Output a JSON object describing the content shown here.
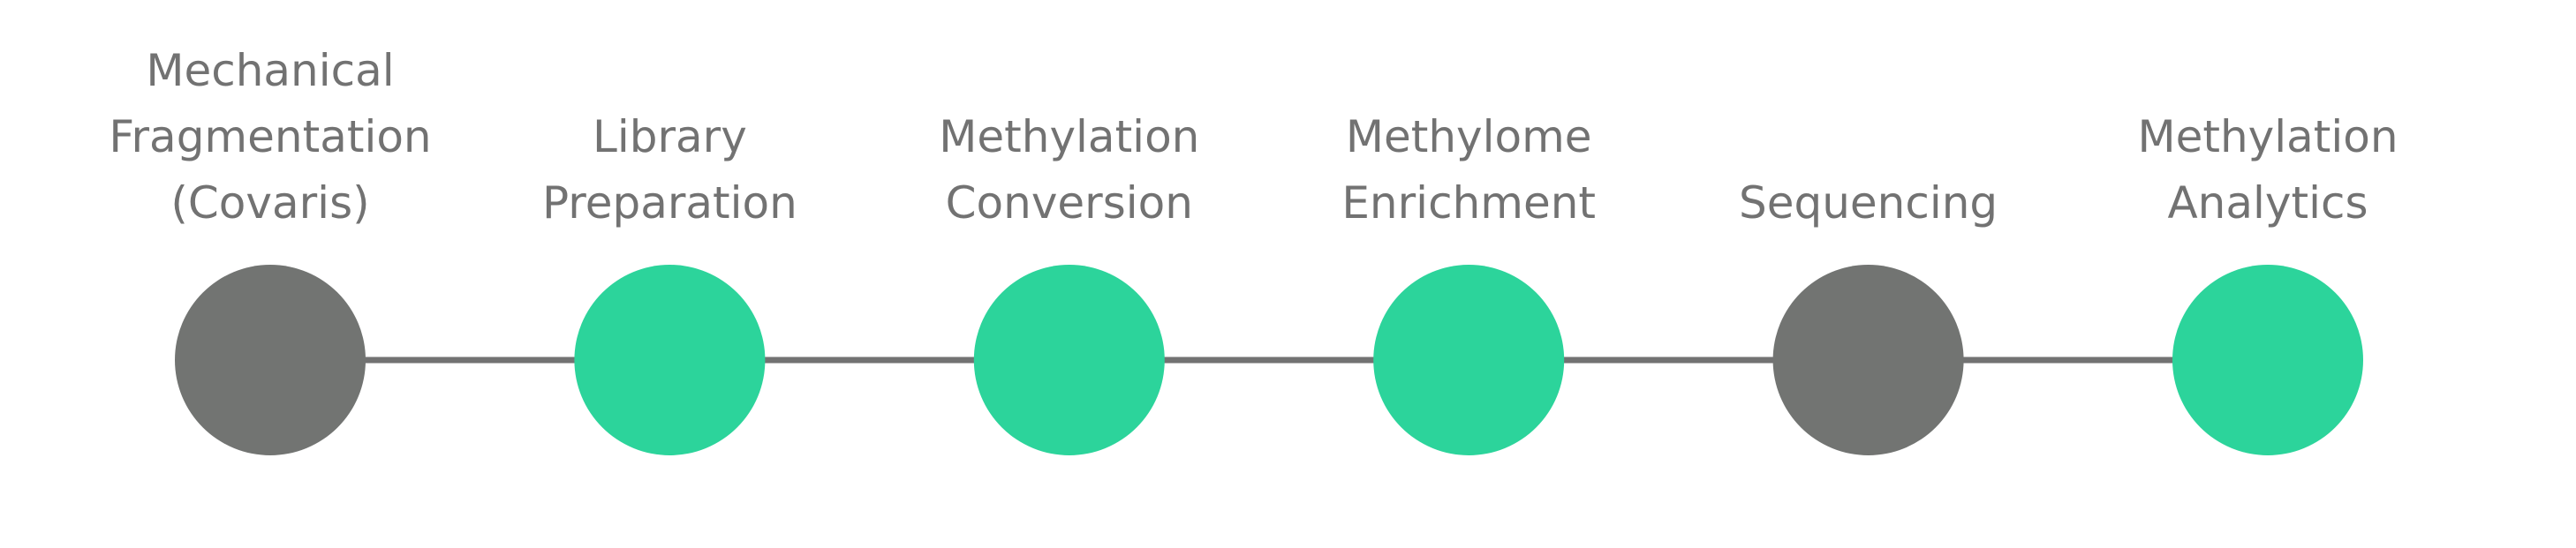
{
  "colors": {
    "connector": "#727272",
    "text": "#727272",
    "gray_node": "#727472",
    "green_node": "#2cd49b"
  },
  "steps": [
    {
      "label": "Mechanical\nFragmentation\n(Covaris)",
      "color": "#727472"
    },
    {
      "label": "Library\nPreparation",
      "color": "#2cd49b"
    },
    {
      "label": "Methylation\nConversion",
      "color": "#2cd49b"
    },
    {
      "label": "Methylome\nEnrichment",
      "color": "#2cd49b"
    },
    {
      "label": "Sequencing",
      "color": "#727472"
    },
    {
      "label": "Methylation\nAnalytics",
      "color": "#2cd49b"
    }
  ]
}
